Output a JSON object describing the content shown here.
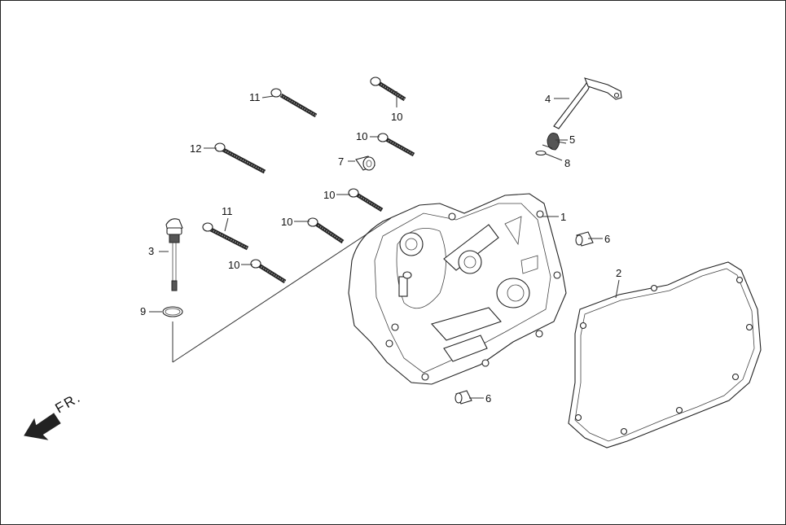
{
  "direction_label": "FR.",
  "callouts": [
    {
      "id": "c1",
      "label": "1"
    },
    {
      "id": "c2",
      "label": "2"
    },
    {
      "id": "c3",
      "label": "3"
    },
    {
      "id": "c4",
      "label": "4"
    },
    {
      "id": "c5",
      "label": "5"
    },
    {
      "id": "c6a",
      "label": "6"
    },
    {
      "id": "c6b",
      "label": "6"
    },
    {
      "id": "c7",
      "label": "7"
    },
    {
      "id": "c8",
      "label": "8"
    },
    {
      "id": "c9",
      "label": "9"
    },
    {
      "id": "c10a",
      "label": "10"
    },
    {
      "id": "c10b",
      "label": "10"
    },
    {
      "id": "c10c",
      "label": "10"
    },
    {
      "id": "c10d",
      "label": "10"
    },
    {
      "id": "c10e",
      "label": "10"
    },
    {
      "id": "c11a",
      "label": "11"
    },
    {
      "id": "c11b",
      "label": "11"
    },
    {
      "id": "c12",
      "label": "12"
    }
  ],
  "colors": {
    "line": "#222222",
    "background": "#ffffff",
    "arrow": "#222222"
  }
}
